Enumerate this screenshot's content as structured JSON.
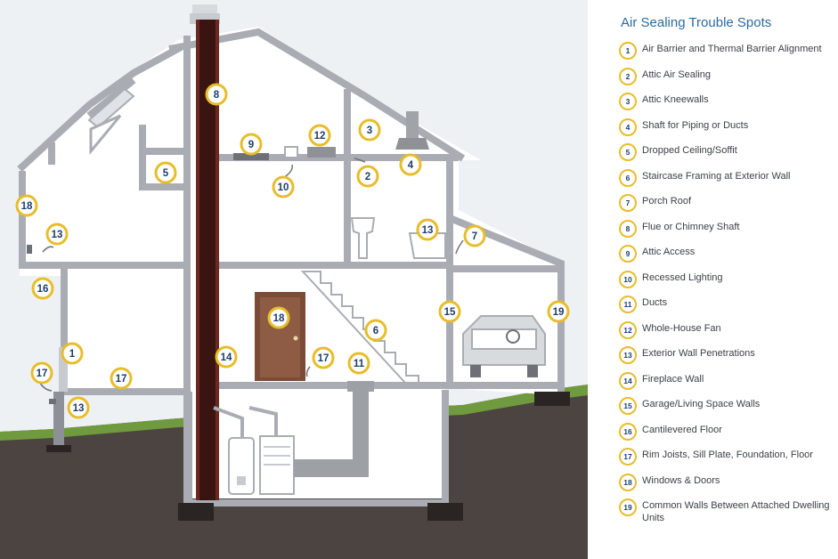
{
  "legend": {
    "title": "Air Sealing Trouble Spots",
    "items": [
      {
        "num": "1",
        "text": "Air Barrier and Thermal Barrier Alignment"
      },
      {
        "num": "2",
        "text": "Attic Air Sealing"
      },
      {
        "num": "3",
        "text": "Attic Kneewalls"
      },
      {
        "num": "4",
        "text": "Shaft for Piping or Ducts"
      },
      {
        "num": "5",
        "text": "Dropped Ceiling/Soffit"
      },
      {
        "num": "6",
        "text": "Staircase Framing at Exterior Wall"
      },
      {
        "num": "7",
        "text": "Porch Roof"
      },
      {
        "num": "8",
        "text": "Flue or Chimney Shaft"
      },
      {
        "num": "9",
        "text": "Attic Access"
      },
      {
        "num": "10",
        "text": "Recessed Lighting"
      },
      {
        "num": "11",
        "text": "Ducts"
      },
      {
        "num": "12",
        "text": "Whole-House Fan"
      },
      {
        "num": "13",
        "text": "Exterior Wall Penetrations"
      },
      {
        "num": "14",
        "text": "Fireplace Wall"
      },
      {
        "num": "15",
        "text": "Garage/Living Space Walls"
      },
      {
        "num": "16",
        "text": "Cantilevered Floor"
      },
      {
        "num": "17",
        "text": "Rim Joists, Sill Plate, Foundation, Floor"
      },
      {
        "num": "18",
        "text": "Windows & Doors"
      },
      {
        "num": "19",
        "text": "Common Walls Between Attached Dwelling Units"
      }
    ]
  },
  "markers": [
    {
      "num": "8"
    },
    {
      "num": "9"
    },
    {
      "num": "12"
    },
    {
      "num": "3"
    },
    {
      "num": "5"
    },
    {
      "num": "4"
    },
    {
      "num": "2"
    },
    {
      "num": "10"
    },
    {
      "num": "18"
    },
    {
      "num": "13"
    },
    {
      "num": "13"
    },
    {
      "num": "7"
    },
    {
      "num": "16"
    },
    {
      "num": "15"
    },
    {
      "num": "19"
    },
    {
      "num": "18"
    },
    {
      "num": "6"
    },
    {
      "num": "1"
    },
    {
      "num": "14"
    },
    {
      "num": "17"
    },
    {
      "num": "11"
    },
    {
      "num": "17"
    },
    {
      "num": "17"
    },
    {
      "num": "13"
    }
  ]
}
